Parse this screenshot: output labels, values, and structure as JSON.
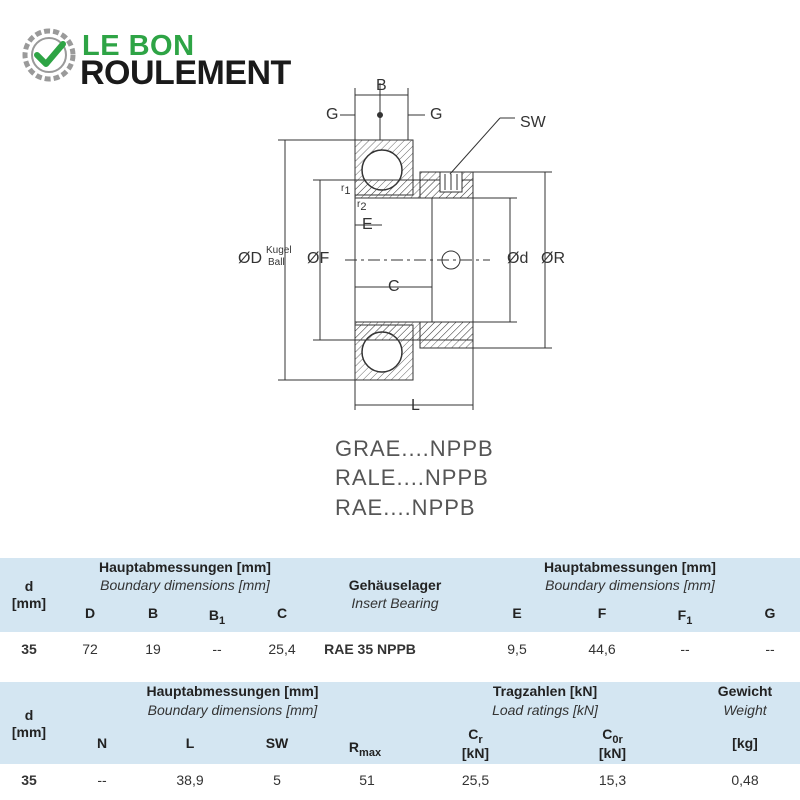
{
  "logo": {
    "line1": "LE BON",
    "line2": "ROULEMENT",
    "colors": {
      "green": "#2ea445",
      "dark": "#1a1a1a",
      "gear": "#9a9a9a"
    }
  },
  "drawing_labels": {
    "B": "B",
    "G_left": "G",
    "G_right": "G",
    "SW": "SW",
    "r1": "r",
    "r1_sub": "1",
    "r2": "r",
    "r2_sub": "2",
    "E": "E",
    "D": "ØD",
    "kugel": "Kugel",
    "ball": "Ball",
    "F": "ØF",
    "C": "C",
    "d": "Ød",
    "R": "ØR",
    "L": "L"
  },
  "series": [
    "GRAE....NPPB",
    "RALE....NPPB",
    "RAE....NPPB"
  ],
  "table1": {
    "band_color": "#d4e6f2",
    "d_label": "d",
    "d_unit": "[mm]",
    "group_left_de": "Hauptabmessungen [mm]",
    "group_left_en": "Boundary dimensions [mm]",
    "insert_de": "Gehäuselager",
    "insert_en": "Insert Bearing",
    "group_right_de": "Hauptabmessungen [mm]",
    "group_right_en": "Boundary dimensions [mm]",
    "cols": {
      "D": "D",
      "B": "B",
      "B1": "B",
      "B1_sub": "1",
      "C": "C",
      "E": "E",
      "F": "F",
      "F1": "F",
      "F1_sub": "1",
      "G": "G"
    },
    "row": {
      "d": "35",
      "D": "72",
      "B": "19",
      "B1": "--",
      "C": "25,4",
      "designation": "RAE 35 NPPB",
      "E": "9,5",
      "F": "44,6",
      "F1": "--",
      "G": "--"
    }
  },
  "table2": {
    "d_label": "d",
    "d_unit": "[mm]",
    "group_dims_de": "Hauptabmessungen [mm]",
    "group_dims_en": "Boundary dimensions [mm]",
    "group_load_de": "Tragzahlen [kN]",
    "group_load_en": "Load ratings [kN]",
    "group_weight_de": "Gewicht",
    "group_weight_en": "Weight",
    "cols": {
      "N": "N",
      "L": "L",
      "SW": "SW",
      "Rmax": "R",
      "Rmax_sub": "max",
      "Cr": "C",
      "Cr_sub": "r",
      "Cr_unit": "[kN]",
      "C0r": "C",
      "C0r_sub": "0r",
      "C0r_unit": "[kN]",
      "kg": "[kg]"
    },
    "row": {
      "d": "35",
      "N": "--",
      "L": "38,9",
      "SW": "5",
      "Rmax": "51",
      "Cr": "25,5",
      "C0r": "15,3",
      "weight": "0,48"
    }
  }
}
